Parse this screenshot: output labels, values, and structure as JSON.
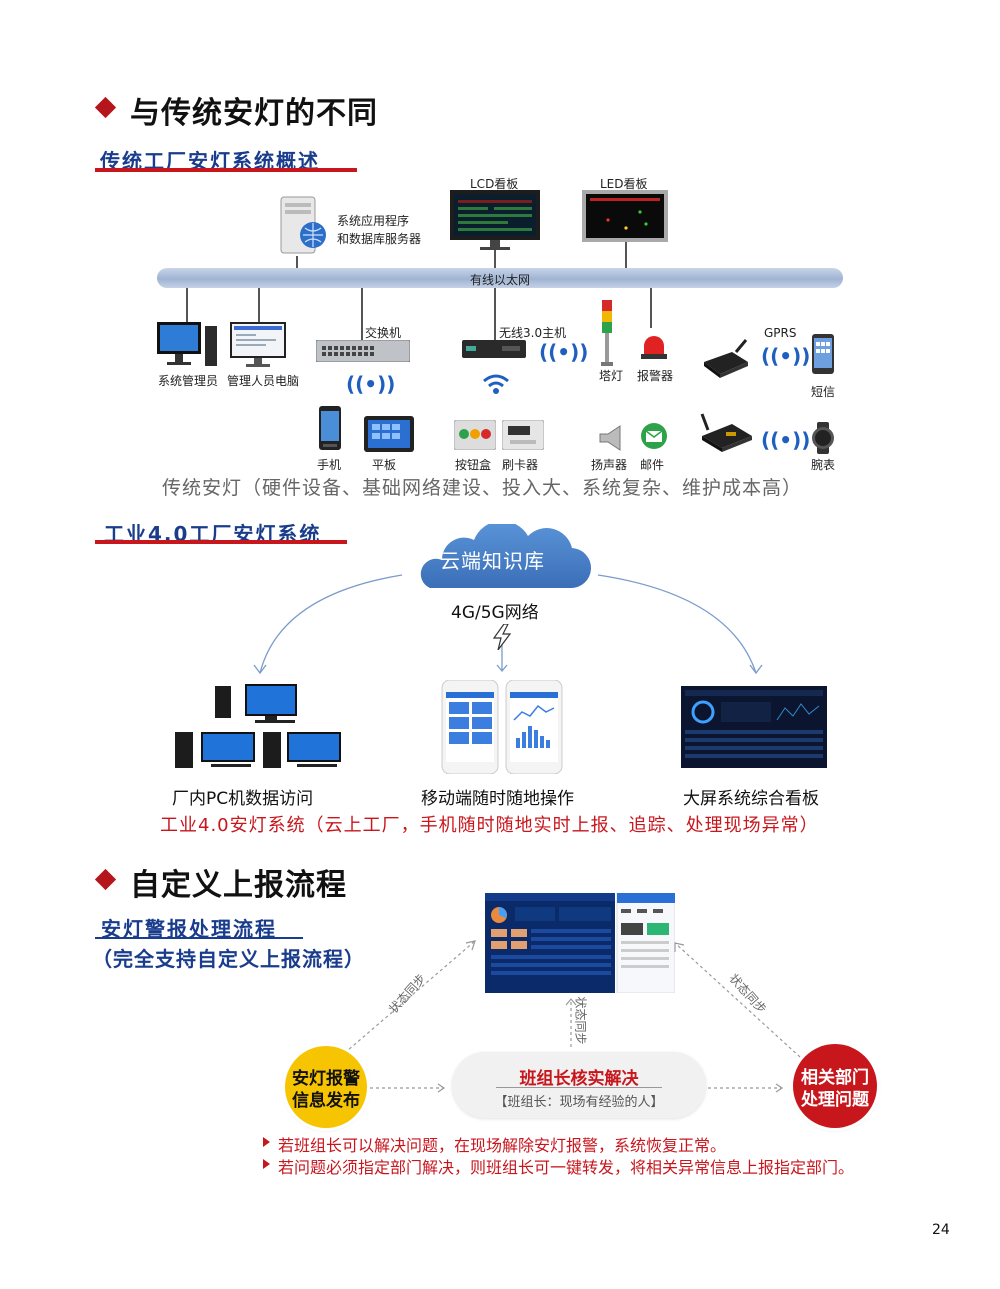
{
  "section1": {
    "title": "与传统安灯的不同",
    "subtitle": "传统工厂安灯系统概述",
    "server_label_1": "系统应用程序",
    "server_label_2": "和数据库服务器",
    "lcd_label": "LCD看板",
    "led_label": "LED看板",
    "bus_label": "有线以太网",
    "switch_label": "交换机",
    "wireless_host_label": "无线3.0主机",
    "gprs_label": "GPRS",
    "devices": {
      "admin": "系统管理员",
      "manager_pc": "管理人员电脑",
      "tower_light": "塔灯",
      "alarm": "报警器",
      "sms": "短信",
      "phone": "手机",
      "tablet": "平板",
      "button_box": "按钮盒",
      "card_reader": "刷卡器",
      "speaker": "扬声器",
      "mail": "邮件",
      "watch": "腕表"
    },
    "caption": "传统安灯（硬件设备、基础网络建设、投入大、系统复杂、维护成本高）"
  },
  "section2": {
    "subtitle": "工业4.0工厂安灯系统",
    "cloud_label": "云端知识库",
    "network_label": "4G/5G网络",
    "pc_label": "厂内PC机数据访问",
    "mobile_label": "移动端随时随地操作",
    "screen_label": "大屏系统综合看板",
    "caption": "工业4.0安灯系统（云上工厂，手机随时随地实时上报、追踪、处理现场异常）"
  },
  "section3": {
    "title": "自定义上报流程",
    "subtitle": "安灯警报处理流程",
    "subtitle2": "（完全支持自定义上报流程）",
    "sync_label": "状态同步",
    "node1_line1": "安灯报警",
    "node1_line2": "信息发布",
    "node2_title": "班组长核实解决",
    "node2_sub": "【班组长：现场有经验的人】",
    "node3_line1": "相关部门",
    "node3_line2": "处理问题",
    "bullets": [
      "若班组长可以解决问题，在现场解除安灯报警，系统恢复正常。",
      "若问题必须指定部门解决，则班组长可一键转发，将相关异常信息上报指定部门。"
    ]
  },
  "page_number": "24",
  "colors": {
    "accent_red": "#c8161d",
    "accent_blue": "#1a3c8c",
    "yellow": "#f6c400"
  }
}
